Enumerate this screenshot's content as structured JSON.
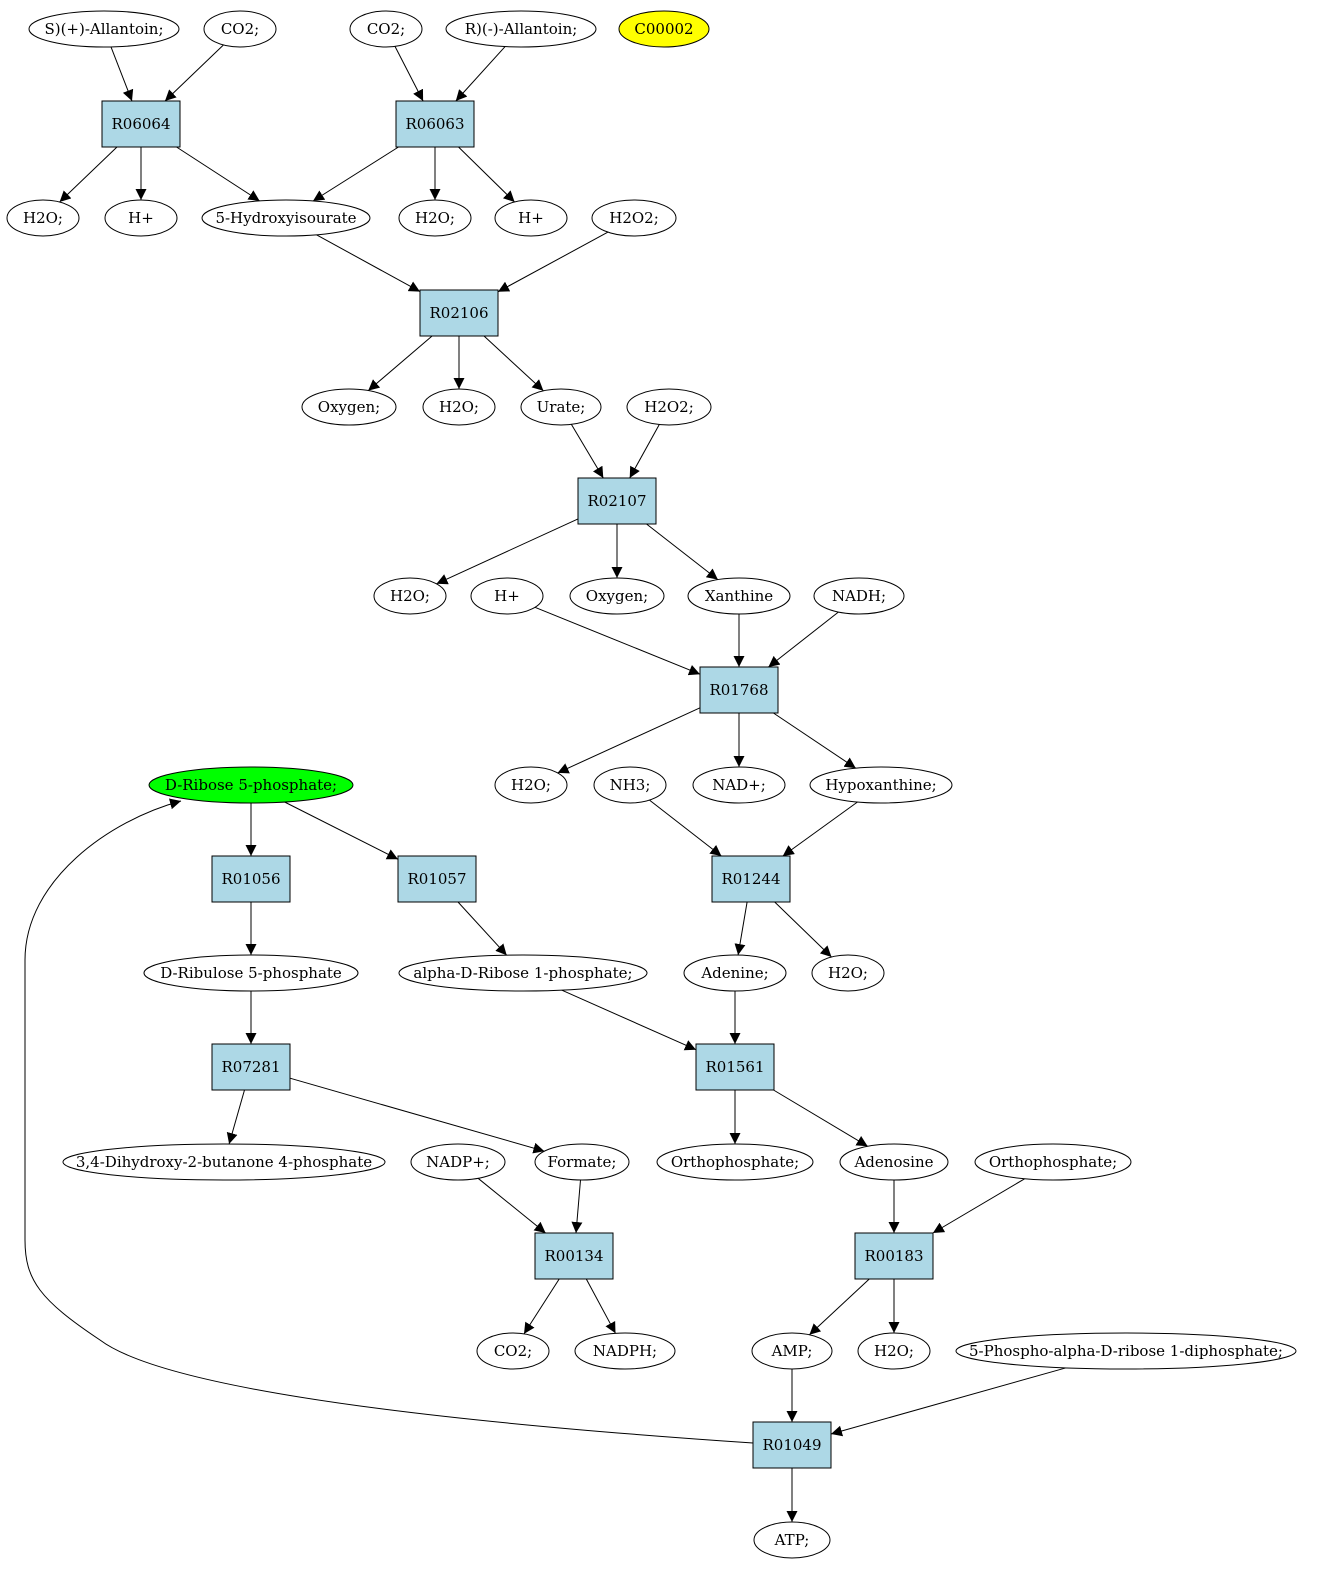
{
  "colors": {
    "reaction_fill": "#add8e6",
    "compound_fill": "#ffffff",
    "highlight_yellow": "#ffff00",
    "highlight_green": "#00ff00",
    "stroke": "#000000"
  },
  "diagram": {
    "reactions": [
      {
        "id": "r_R06064",
        "label": "R06064"
      },
      {
        "id": "r_R06063",
        "label": "R06063"
      },
      {
        "id": "r_R02106",
        "label": "R02106"
      },
      {
        "id": "r_R02107",
        "label": "R02107"
      },
      {
        "id": "r_R01768",
        "label": "R01768"
      },
      {
        "id": "r_R01244",
        "label": "R01244"
      },
      {
        "id": "r_R01056",
        "label": "R01056"
      },
      {
        "id": "r_R01057",
        "label": "R01057"
      },
      {
        "id": "r_R01561",
        "label": "R01561"
      },
      {
        "id": "r_R07281",
        "label": "R07281"
      },
      {
        "id": "r_R00134",
        "label": "R00134"
      },
      {
        "id": "r_R00183",
        "label": "R00183"
      },
      {
        "id": "r_R01049",
        "label": "R01049"
      }
    ],
    "compounds": [
      {
        "id": "c_sallantoin",
        "label": "S)(+)-Allantoin;"
      },
      {
        "id": "c_co2_a",
        "label": "CO2;"
      },
      {
        "id": "c_co2_b",
        "label": "CO2;"
      },
      {
        "id": "c_rallantoin",
        "label": "R)(-)-Allantoin;"
      },
      {
        "id": "c_c00002",
        "label": "C00002",
        "highlight": "yellow"
      },
      {
        "id": "c_h2o_1",
        "label": "H2O;"
      },
      {
        "id": "c_hplus_1",
        "label": "H+"
      },
      {
        "id": "c_5hiu",
        "label": "5-Hydroxyisourate"
      },
      {
        "id": "c_h2o_2",
        "label": "H2O;"
      },
      {
        "id": "c_hplus_2",
        "label": "H+"
      },
      {
        "id": "c_h2o2_1",
        "label": "H2O2;"
      },
      {
        "id": "c_oxygen_1",
        "label": "Oxygen;"
      },
      {
        "id": "c_h2o_3",
        "label": "H2O;"
      },
      {
        "id": "c_urate",
        "label": "Urate;"
      },
      {
        "id": "c_h2o2_2",
        "label": "H2O2;"
      },
      {
        "id": "c_h2o_4",
        "label": "H2O;"
      },
      {
        "id": "c_hplus_3",
        "label": "H+"
      },
      {
        "id": "c_oxygen_2",
        "label": "Oxygen;"
      },
      {
        "id": "c_xanthine",
        "label": "Xanthine"
      },
      {
        "id": "c_nadh",
        "label": "NADH;"
      },
      {
        "id": "c_dribose5p",
        "label": "D-Ribose 5-phosphate;",
        "highlight": "green"
      },
      {
        "id": "c_h2o_5",
        "label": "H2O;"
      },
      {
        "id": "c_nh3",
        "label": "NH3;"
      },
      {
        "id": "c_nadplus",
        "label": "NAD+;"
      },
      {
        "id": "c_hypoxanthine",
        "label": "Hypoxanthine;"
      },
      {
        "id": "c_dribulose5p",
        "label": "D-Ribulose 5-phosphate"
      },
      {
        "id": "c_alphadribose1p",
        "label": "alpha-D-Ribose 1-phosphate;"
      },
      {
        "id": "c_adenine",
        "label": "Adenine;"
      },
      {
        "id": "c_h2o_6",
        "label": "H2O;"
      },
      {
        "id": "c_dhbp",
        "label": "3,4-Dihydroxy-2-butanone 4-phosphate"
      },
      {
        "id": "c_nadpplus",
        "label": "NADP+;"
      },
      {
        "id": "c_formate",
        "label": "Formate;"
      },
      {
        "id": "c_orthophosphate_1",
        "label": "Orthophosphate;"
      },
      {
        "id": "c_adenosine",
        "label": "Adenosine"
      },
      {
        "id": "c_orthophosphate_2",
        "label": "Orthophosphate;"
      },
      {
        "id": "c_co2_c",
        "label": "CO2;"
      },
      {
        "id": "c_nadph",
        "label": "NADPH;"
      },
      {
        "id": "c_amp",
        "label": "AMP;"
      },
      {
        "id": "c_h2o_7",
        "label": "H2O;"
      },
      {
        "id": "c_prpp",
        "label": "5-Phospho-alpha-D-ribose 1-diphosphate;"
      },
      {
        "id": "c_atp",
        "label": "ATP;"
      }
    ],
    "edges": [
      [
        "c_sallantoin",
        "r_R06064"
      ],
      [
        "c_co2_a",
        "r_R06064"
      ],
      [
        "r_R06064",
        "c_h2o_1"
      ],
      [
        "r_R06064",
        "c_hplus_1"
      ],
      [
        "r_R06064",
        "c_5hiu"
      ],
      [
        "c_co2_b",
        "r_R06063"
      ],
      [
        "c_rallantoin",
        "r_R06063"
      ],
      [
        "r_R06063",
        "c_5hiu"
      ],
      [
        "r_R06063",
        "c_h2o_2"
      ],
      [
        "r_R06063",
        "c_hplus_2"
      ],
      [
        "c_5hiu",
        "r_R02106"
      ],
      [
        "c_h2o2_1",
        "r_R02106"
      ],
      [
        "r_R02106",
        "c_oxygen_1"
      ],
      [
        "r_R02106",
        "c_h2o_3"
      ],
      [
        "r_R02106",
        "c_urate"
      ],
      [
        "c_urate",
        "r_R02107"
      ],
      [
        "c_h2o2_2",
        "r_R02107"
      ],
      [
        "r_R02107",
        "c_h2o_4"
      ],
      [
        "r_R02107",
        "c_oxygen_2"
      ],
      [
        "r_R02107",
        "c_xanthine"
      ],
      [
        "c_hplus_3",
        "r_R01768"
      ],
      [
        "c_xanthine",
        "r_R01768"
      ],
      [
        "c_nadh",
        "r_R01768"
      ],
      [
        "r_R01768",
        "c_h2o_5"
      ],
      [
        "r_R01768",
        "c_nadplus"
      ],
      [
        "r_R01768",
        "c_hypoxanthine"
      ],
      [
        "c_nh3",
        "r_R01244"
      ],
      [
        "c_hypoxanthine",
        "r_R01244"
      ],
      [
        "r_R01244",
        "c_adenine"
      ],
      [
        "r_R01244",
        "c_h2o_6"
      ],
      [
        "c_dribose5p",
        "r_R01056"
      ],
      [
        "c_dribose5p",
        "r_R01057"
      ],
      [
        "r_R01056",
        "c_dribulose5p"
      ],
      [
        "r_R01057",
        "c_alphadribose1p"
      ],
      [
        "c_dribulose5p",
        "r_R07281"
      ],
      [
        "r_R07281",
        "c_dhbp"
      ],
      [
        "r_R07281",
        "c_formate"
      ],
      [
        "c_alphadribose1p",
        "r_R01561"
      ],
      [
        "c_adenine",
        "r_R01561"
      ],
      [
        "r_R01561",
        "c_orthophosphate_1"
      ],
      [
        "r_R01561",
        "c_adenosine"
      ],
      [
        "c_nadpplus",
        "r_R00134"
      ],
      [
        "c_formate",
        "r_R00134"
      ],
      [
        "r_R00134",
        "c_co2_c"
      ],
      [
        "r_R00134",
        "c_nadph"
      ],
      [
        "c_adenosine",
        "r_R00183"
      ],
      [
        "c_orthophosphate_2",
        "r_R00183"
      ],
      [
        "r_R00183",
        "c_amp"
      ],
      [
        "r_R00183",
        "c_h2o_7"
      ],
      [
        "c_amp",
        "r_R01049"
      ],
      [
        "c_prpp",
        "r_R01049"
      ],
      [
        "r_R01049",
        "c_atp"
      ],
      [
        "r_R01049",
        "c_dribose5p"
      ]
    ]
  }
}
